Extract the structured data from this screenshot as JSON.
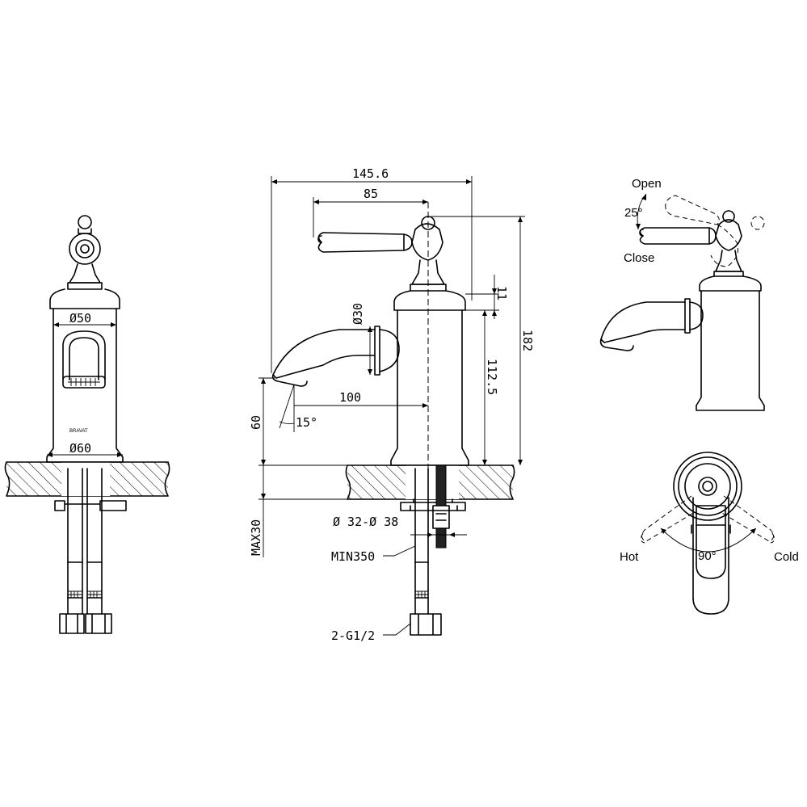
{
  "front_view": {
    "brand": "BRAVAT",
    "dim_body_top": "Ø50",
    "dim_body_bottom": "Ø60"
  },
  "side_view": {
    "dim_total_width": "145.6",
    "dim_handle_width": "85",
    "dim_spout_diameter": "Ø30",
    "dim_spout_reach": "100",
    "dim_spout_angle": "15°",
    "dim_spout_height": "60",
    "dim_collar": "11",
    "dim_body_height": "112.5",
    "dim_total_height": "182",
    "dim_deck_max": "MAX30",
    "dim_hole": "Ø 32-Ø 38",
    "dim_hose_length": "MIN350",
    "dim_connection": "2-G1/2"
  },
  "handle_view": {
    "label_open": "Open",
    "label_close": "Close",
    "angle": "25°"
  },
  "top_view": {
    "label_hot": "Hot",
    "label_cold": "Cold",
    "angle": "90°"
  }
}
